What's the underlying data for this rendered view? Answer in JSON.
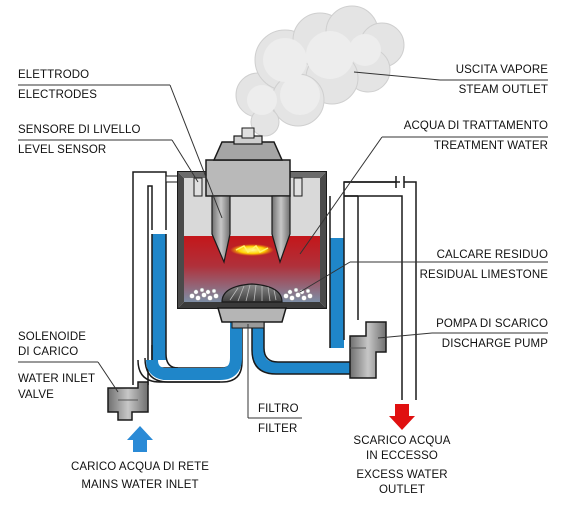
{
  "labels": {
    "electrodes_it": "ELETTRODO",
    "electrodes_en": "ELECTRODES",
    "level_sensor_it": "SENSORE DI LIVELLO",
    "level_sensor_en": "LEVEL SENSOR",
    "solenoid_it_1": "SOLENOIDE",
    "solenoid_it_2": "DI CARICO",
    "water_inlet_valve_1": "WATER INLET",
    "water_inlet_valve_2": "VALVE",
    "mains_inlet_it": "CARICO ACQUA DI RETE",
    "mains_inlet_en": "MAINS WATER INLET",
    "steam_outlet_it": "USCITA VAPORE",
    "steam_outlet_en": "STEAM OUTLET",
    "treatment_water_it": "ACQUA DI TRATTAMENTO",
    "treatment_water_en": "TREATMENT WATER",
    "residual_limestone_it": "CALCARE RESIDUO",
    "residual_limestone_en": "RESIDUAL LIMESTONE",
    "discharge_pump_it": "POMPA DI SCARICO",
    "discharge_pump_en": "DISCHARGE PUMP",
    "filter_it": "FILTRO",
    "filter_en": "FILTER",
    "excess_outlet_it_1": "SCARICO ACQUA",
    "excess_outlet_it_2": "IN ECCESSO",
    "excess_outlet_en_1": "EXCESS WATER",
    "excess_outlet_en_2": "OUTLET"
  },
  "colors": {
    "water": "#1f86c9",
    "pipe_outline": "#1a1a1a",
    "heated_water_top": "#c21a1a",
    "heated_water_bottom": "#7a8aa0",
    "gray_part": "#9a9a9a",
    "inlet_arrow": "#2a8ad6",
    "outlet_arrow": "#e01010",
    "steam": "#e6e6e6"
  }
}
